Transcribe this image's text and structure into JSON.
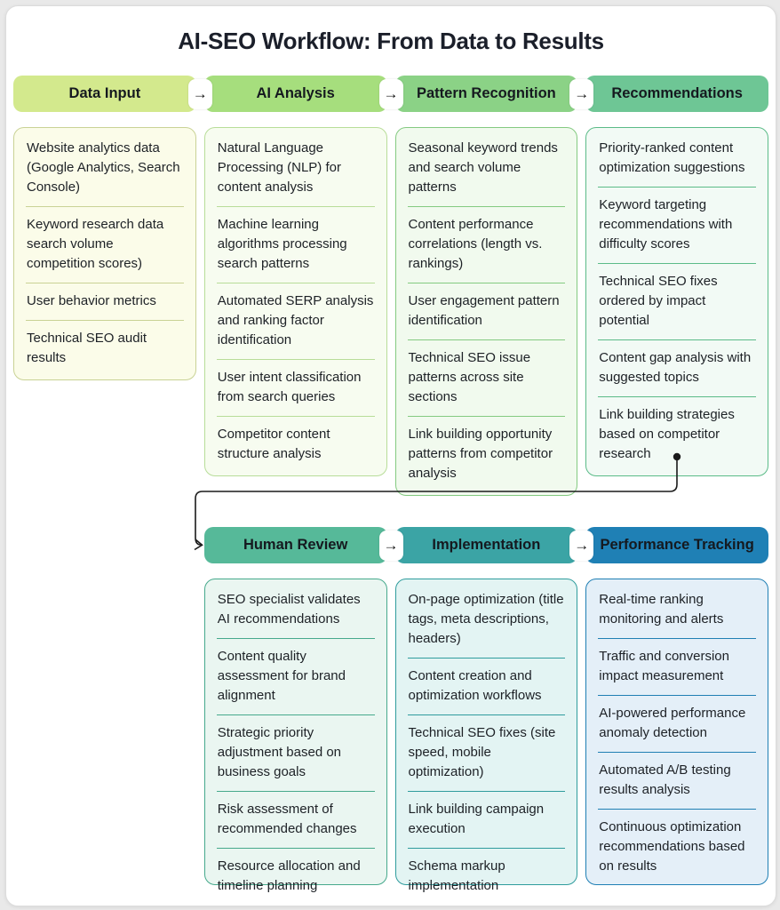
{
  "title": "AI-SEO Workflow: From Data to Results",
  "arrow_glyph": "→",
  "colors": {
    "page_bg": "#e9e9e9",
    "card_bg": "#ffffff",
    "card_border": "#dcdcdc",
    "title_text": "#1b1f2a",
    "connector": "#1a1a1a"
  },
  "rows": [
    {
      "stages": [
        {
          "id": "data-input",
          "label": "Data Input",
          "header_bg": "#d3e98d",
          "box_bg": "#fbfce9",
          "box_border": "#c9d295",
          "items": [
            "Website analytics data (Google Analytics, Search Console)",
            "Keyword research data search volume competition scores)",
            "User behavior metrics",
            "Technical SEO audit results"
          ]
        },
        {
          "id": "ai-analysis",
          "label": "AI Analysis",
          "header_bg": "#a6de7d",
          "box_bg": "#f7fcf0",
          "box_border": "#b8dd99",
          "items": [
            "Natural Language Processing (NLP) for content analysis",
            "Machine learning algorithms processing search patterns",
            "Automated SERP analysis and ranking factor identification",
            "User intent classification from search queries",
            "Competitor content structure analysis"
          ]
        },
        {
          "id": "pattern-recognition",
          "label": "Pattern Recognition",
          "header_bg": "#8bd286",
          "box_bg": "#f1faee",
          "box_border": "#84ca81",
          "items": [
            "Seasonal keyword trends and search volume patterns",
            "Content performance correlations (length vs. rankings)",
            "User engagement pattern identification",
            "Technical SEO issue patterns across site sections",
            "Link building opportunity patterns from competitor analysis"
          ]
        },
        {
          "id": "recommendations",
          "label": "Recommendations",
          "header_bg": "#6ec695",
          "box_bg": "#f2faf5",
          "box_border": "#5bbb88",
          "items": [
            "Priority-ranked content optimization suggestions",
            "Keyword targeting recommendations with difficulty scores",
            "Technical SEO fixes ordered by impact potential",
            "Content gap analysis with suggested topics",
            "Link building strategies based on competitor research"
          ]
        }
      ]
    },
    {
      "stages": [
        {
          "id": "human-review",
          "label": "Human Review",
          "header_bg": "#56b999",
          "box_bg": "#eaf6f1",
          "box_border": "#46a98c",
          "items": [
            "SEO specialist validates AI recommendations",
            "Content quality assessment for brand alignment",
            "Strategic priority adjustment based on business goals",
            "Risk assessment of recommended changes",
            "Resource allocation and timeline planning"
          ]
        },
        {
          "id": "implementation",
          "label": "Implementation",
          "header_bg": "#3ba4a5",
          "box_bg": "#e3f4f3",
          "box_border": "#2f9c9d",
          "items": [
            "On-page optimization (title tags, meta descriptions, headers)",
            "Content creation and optimization workflows",
            "Technical SEO fixes (site speed, mobile optimization)",
            "Link building campaign execution",
            "Schema markup implementation"
          ]
        },
        {
          "id": "performance-tracking",
          "label": "Performance Tracking",
          "header_bg": "#1f80b5",
          "box_bg": "#e4eff8",
          "box_border": "#1f7fb4",
          "items": [
            "Real-time ranking monitoring and alerts",
            "Traffic and conversion impact measurement",
            "AI-powered performance anomaly detection",
            "Automated A/B testing results analysis",
            "Continuous optimization recommendations based on results"
          ]
        }
      ]
    }
  ]
}
